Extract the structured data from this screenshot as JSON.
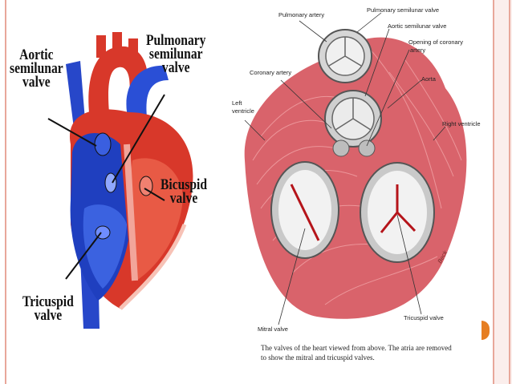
{
  "left_figure": {
    "labels": {
      "aortic": [
        "Aortic",
        "semilunar",
        "valve"
      ],
      "pulmonary": [
        "Pulmonary",
        "semilunar",
        "valve"
      ],
      "bicuspid": [
        "Bicuspid",
        "valve"
      ],
      "tricuspid": [
        "Tricuspid",
        "valve"
      ]
    }
  },
  "right_figure": {
    "labels": {
      "pulmonary_artery": "Pulmonary artery",
      "pulmonary_semilunar_valve": "Pulmonary semilunar valve",
      "aortic_semilunar_valve": "Aortic semilunar valve",
      "opening_coronary": [
        "Opening of coronary",
        "artery"
      ],
      "coronary_artery": "Coronary artery",
      "left_ventricle": [
        "Left",
        "ventricle"
      ],
      "aorta": "Aorta",
      "right_ventricle": "Right ventricle",
      "mitral_valve": "Mitral valve",
      "tricuspid_valve": "Tricuspid valve",
      "signature": "Beck"
    },
    "caption": [
      "The valves of the heart viewed from above. The atria are removed",
      "to show the mitral and tricuspid valves."
    ]
  },
  "colors": {
    "accent_line": "#e8a79a",
    "bullet": "#e67e22",
    "blood_red": "#d8382a",
    "blood_blue": "#1f3fbf",
    "muscle_pink": "#d9636b"
  }
}
